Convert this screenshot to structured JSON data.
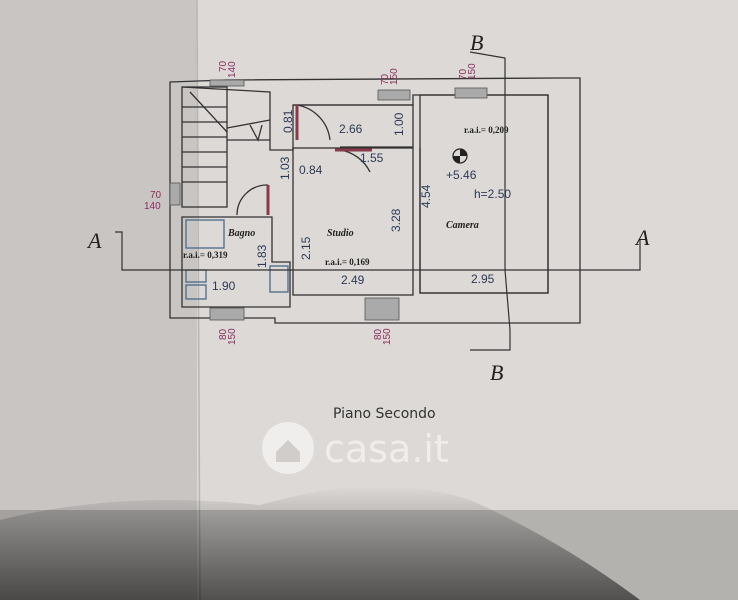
{
  "plan": {
    "title": "Piano Secondo",
    "watermark": "casa.it",
    "sections": {
      "a_left": "A",
      "a_right": "A",
      "b_top": "B",
      "b_bottom": "B"
    },
    "rooms": [
      {
        "name": "Bagno",
        "rai": "r.a.i.= 0,319"
      },
      {
        "name": "Studio",
        "rai": "r.a.i.= 0,169"
      },
      {
        "name": "Camera",
        "rai": "r.a.i.= 0,209"
      }
    ],
    "elevation": "+5.46",
    "height": "h=2.50",
    "dimensions": [
      "0.81",
      "2.66",
      "1.00",
      "1.03",
      "0.84",
      "1.55",
      "4.54",
      "3.28",
      "2.15",
      "1.83",
      "1.90",
      "2.49",
      "2.95"
    ],
    "openings": [
      {
        "top": "70",
        "bottom": "140"
      },
      {
        "top": "70",
        "bottom": "150"
      },
      {
        "top": "70",
        "bottom": "150"
      },
      {
        "top": "70",
        "bottom": "140"
      },
      {
        "top": "80",
        "bottom": "150"
      },
      {
        "top": "80",
        "bottom": "150"
      }
    ]
  }
}
